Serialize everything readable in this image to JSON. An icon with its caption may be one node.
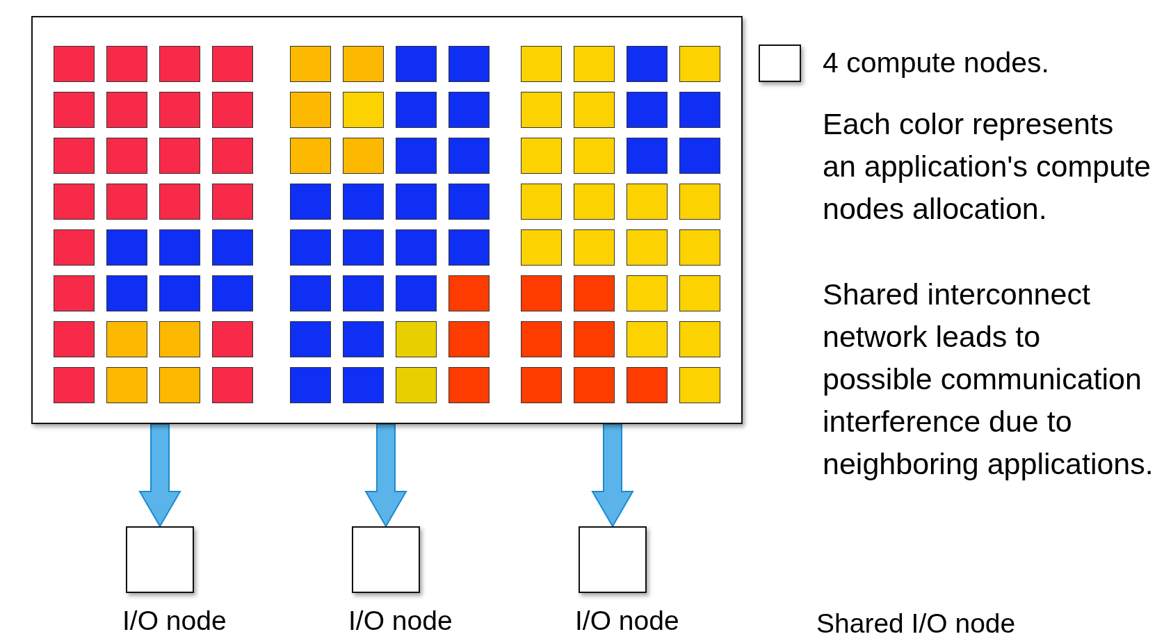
{
  "diagram": {
    "nodes": [
      {
        "text": [],
        "shape": "box"
      },
      {
        "text": [],
        "shape": "box",
        "in": 0
      },
      {
        "text": [],
        "shape": "box",
        "in": 0
      },
      {
        "text": [],
        "shape": "box",
        "in": 0
      },
      {
        "text": [],
        "shape": "box",
        "in": 0
      },
      {
        "text": [],
        "shape": "box",
        "in": 0
      },
      {
        "text": [],
        "shape": "box",
        "in": 0
      },
      {
        "text": [],
        "shape": "box",
        "in": 0
      },
      {
        "text": [],
        "shape": "box",
        "in": 0
      },
      {
        "text": [],
        "shape": "box",
        "in": 0
      },
      {
        "text": [],
        "shape": "box",
        "in": 0
      },
      {
        "text": [],
        "shape": "box",
        "in": 0
      },
      {
        "text": [],
        "shape": "box",
        "in": 0
      },
      {
        "text": [],
        "shape": "box",
        "in": 0
      },
      {
        "text": [],
        "shape": "box",
        "in": 0
      },
      {
        "text": [],
        "shape": "box",
        "in": 0
      },
      {
        "text": [],
        "shape": "box",
        "in": 0
      },
      {
        "text": [],
        "shape": "box",
        "in": 0
      },
      {
        "text": [],
        "shape": "box",
        "in": 0
      },
      {
        "text": [],
        "shape": "box",
        "in": 0
      },
      {
        "text": [],
        "shape": "box",
        "in": 0
      },
      {
        "text": [],
        "shape": "box",
        "in": 0
      },
      {
        "text": [],
        "shape": "box",
        "in": 0
      },
      {
        "text": [],
        "shape": "box",
        "in": 0
      },
      {
        "text": [],
        "shape": "box",
        "in": 0
      },
      {
        "text": [],
        "shape": "box",
        "in": 0
      },
      {
        "text": [],
        "shape": "box",
        "in": 0
      },
      {
        "text": [],
        "shape": "box",
        "in": 0
      },
      {
        "text": [],
        "shape": "box",
        "in": 0
      },
      {
        "text": [],
        "shape": "box",
        "in": 0
      },
      {
        "text": [],
        "shape": "box",
        "in": 0
      },
      {
        "text": [],
        "shape": "box",
        "in": 0
      },
      {
        "text": [],
        "shape": "box",
        "in": 0
      },
      {
        "text": [],
        "shape": "box",
        "in": 0
      },
      {
        "text": [],
        "shape": "box",
        "in": 0
      },
      {
        "text": [],
        "shape": "box",
        "in": 0
      },
      {
        "text": [],
        "shape": "box",
        "in": 0
      },
      {
        "text": [],
        "shape": "box",
        "in": 0
      },
      {
        "text": [],
        "shape": "box",
        "in": 0
      },
      {
        "text": [],
        "shape": "box",
        "in": 0
      },
      {
        "text": [],
        "shape": "box",
        "in": 0
      },
      {
        "text": [],
        "shape": "box",
        "in": 0
      },
      {
        "text": [],
        "shape": "box",
        "in": 0
      },
      {
        "text": [],
        "shape": "box",
        "in": 0
      },
      {
        "text": [],
        "shape": "box",
        "in": 0
      },
      {
        "text": [],
        "shape": "box",
        "in": 0
      },
      {
        "text": [],
        "shape": "box",
        "in": 0
      },
      {
        "text": [],
        "shape": "box",
        "in": 0
      },
      {
        "text": [],
        "shape": "box",
        "in": 0
      },
      {
        "text": [],
        "shape": "box",
        "in": 0
      },
      {
        "text": [],
        "shape": "box",
        "in": 0
      },
      {
        "text": [],
        "shape": "box",
        "in": 0
      },
      {
        "text": [],
        "shape": "box",
        "in": 0
      },
      {
        "text": [],
        "shape": "box",
        "in": 0
      },
      {
        "text": [],
        "shape": "box",
        "in": 0
      },
      {
        "text": [],
        "shape": "box",
        "in": 0
      },
      {
        "text": [],
        "shape": "box",
        "in": 0
      },
      {
        "text": [],
        "shape": "box",
        "in": 0
      },
      {
        "text": [],
        "shape": "box",
        "in": 0
      },
      {
        "text": [],
        "shape": "box",
        "in": 0
      },
      {
        "text": [],
        "shape": "box",
        "in": 0
      },
      {
        "text": [],
        "shape": "box",
        "in": 0
      },
      {
        "text": [],
        "shape": "box",
        "in": 0
      },
      {
        "text": [],
        "shape": "box",
        "in": 0
      },
      {
        "text": [],
        "shape": "box",
        "in": 0
      },
      {
        "text": [],
        "shape": "box",
        "in": 0
      },
      {
        "text": [],
        "shape": "box",
        "in": 0
      },
      {
        "text": [],
        "shape": "box",
        "in": 0
      },
      {
        "text": [],
        "shape": "box",
        "in": 0
      },
      {
        "text": [],
        "shape": "box",
        "in": 0
      },
      {
        "text": [],
        "shape": "box",
        "in": 0
      },
      {
        "text": [],
        "shape": "box",
        "in": 0
      },
      {
        "text": [],
        "shape": "box",
        "in": 0
      },
      {
        "text": [],
        "shape": "box",
        "in": 0
      },
      {
        "text": [],
        "shape": "box",
        "in": 0
      },
      {
        "text": [],
        "shape": "box",
        "in": 0
      },
      {
        "text": [],
        "shape": "box",
        "in": 0
      },
      {
        "text": [],
        "shape": "box",
        "in": 0
      },
      {
        "text": [],
        "shape": "box",
        "in": 0
      },
      {
        "text": [],
        "shape": "box",
        "in": 0
      },
      {
        "text": [],
        "shape": "box",
        "in": 0
      },
      {
        "text": [],
        "shape": "box",
        "in": 0
      },
      {
        "text": [],
        "shape": "box",
        "in": 0
      },
      {
        "text": [],
        "shape": "box",
        "in": 0
      },
      {
        "text": [],
        "shape": "box",
        "in": 0
      },
      {
        "text": [],
        "shape": "box",
        "in": 0
      },
      {
        "text": [],
        "shape": "box",
        "in": 0
      },
      {
        "text": [],
        "shape": "box",
        "in": 0
      },
      {
        "text": [],
        "shape": "box",
        "in": 0
      },
      {
        "text": [],
        "shape": "box",
        "in": 0
      },
      {
        "text": [],
        "shape": "box",
        "in": 0
      },
      {
        "text": [],
        "shape": "box",
        "in": 0
      },
      {
        "text": [],
        "shape": "box",
        "in": 0
      },
      {
        "text": [],
        "shape": "box",
        "in": 0
      },
      {
        "text": [],
        "shape": "box",
        "in": 0
      },
      {
        "text": [],
        "shape": "box",
        "in": 0
      },
      {
        "text": [],
        "shape": "box",
        "in": 0
      },
      {
        "text": [
          "I/O node"
        ]
      },
      {
        "text": [
          "I/O node"
        ]
      },
      {
        "text": [
          "I/O node"
        ]
      }
    ],
    "edges": [
      {
        "from": 0,
        "to": 97,
        "arrow": "to"
      },
      {
        "from": 0,
        "to": 98,
        "arrow": "to"
      },
      {
        "from": 0,
        "to": 99,
        "arrow": "to"
      }
    ],
    "labels": [
      "Each color represents an application's compute nodes allocation.",
      "Shared interconnect network leads to possible communication interference due to neighboring applications.",
      "Shared I/O node"
    ],
    "legend": [
      {
        "text": "4 compute nodes."
      }
    ]
  }
}
